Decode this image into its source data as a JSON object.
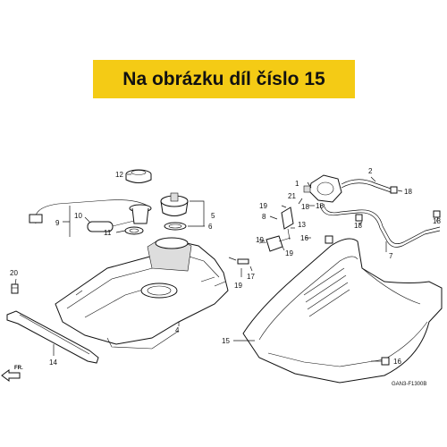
{
  "banner": {
    "text": "Na obrázku díl číslo 15",
    "color": "#f4cb15"
  },
  "diagram_code": "GAN3-F1300B",
  "direction_label": "FR.",
  "callouts": {
    "c1": "1",
    "c2": "2",
    "c4": "4",
    "c5": "5",
    "c6": "6",
    "c7": "7",
    "c8": "8",
    "c9": "9",
    "c10": "10",
    "c11": "11",
    "c12": "12",
    "c13": "13",
    "c14": "14",
    "c15": "15",
    "c16a": "16",
    "c16b": "16",
    "c17": "17",
    "c18a": "18",
    "c18b": "18",
    "c18c": "18",
    "c18d": "18",
    "c18e": "18",
    "c19a": "19",
    "c19b": "19",
    "c19c": "19",
    "c19d": "19",
    "c20": "20",
    "c21": "21"
  }
}
